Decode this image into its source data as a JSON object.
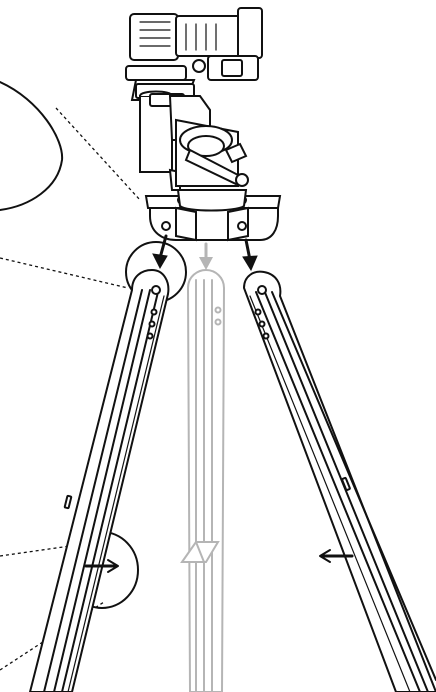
{
  "figure": {
    "kind": "tripod-mount-assembly-line-drawing",
    "colors": {
      "ink": "#111111",
      "ghost_leg": "#b5b5b5",
      "background": "#ffffff"
    },
    "icons": {
      "arrows": "down-arrow",
      "callouts": "dashed-leader-line"
    }
  }
}
